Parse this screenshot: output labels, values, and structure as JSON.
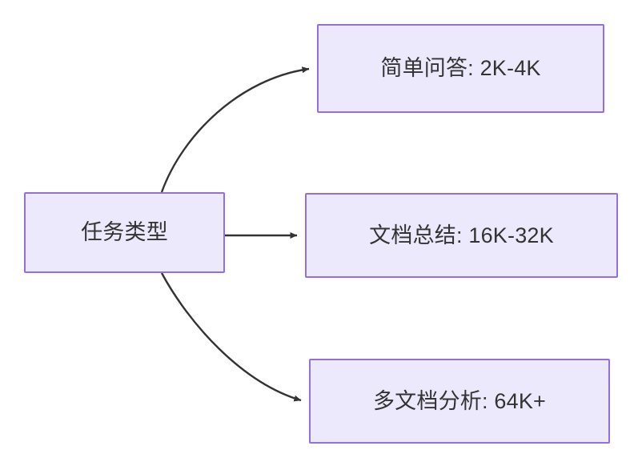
{
  "diagram": {
    "type": "flowchart",
    "direction": "left-to-right",
    "background_color": "#ffffff",
    "node_fill_color": "#ebe9fb",
    "node_border_color": "#9370db",
    "text_color": "#333333",
    "edge_color": "#333333",
    "nodes": [
      {
        "id": "source",
        "label": "任务类型",
        "role": "root"
      },
      {
        "id": "simple-qa",
        "label": "简单问答: 2K-4K",
        "role": "leaf"
      },
      {
        "id": "doc-summary",
        "label": "文档总结: 16K-32K",
        "role": "leaf"
      },
      {
        "id": "multidoc",
        "label": "多文档分析: 64K+",
        "role": "leaf"
      }
    ],
    "edges": [
      {
        "id": "edge-source-simple-qa",
        "from": "source",
        "to": "simple-qa",
        "style": "curved",
        "arrowhead": "filled-triangle"
      },
      {
        "id": "edge-source-doc-summary",
        "from": "source",
        "to": "doc-summary",
        "style": "straight",
        "arrowhead": "filled-triangle"
      },
      {
        "id": "edge-source-multidoc",
        "from": "source",
        "to": "multidoc",
        "style": "curved",
        "arrowhead": "filled-triangle"
      }
    ]
  }
}
